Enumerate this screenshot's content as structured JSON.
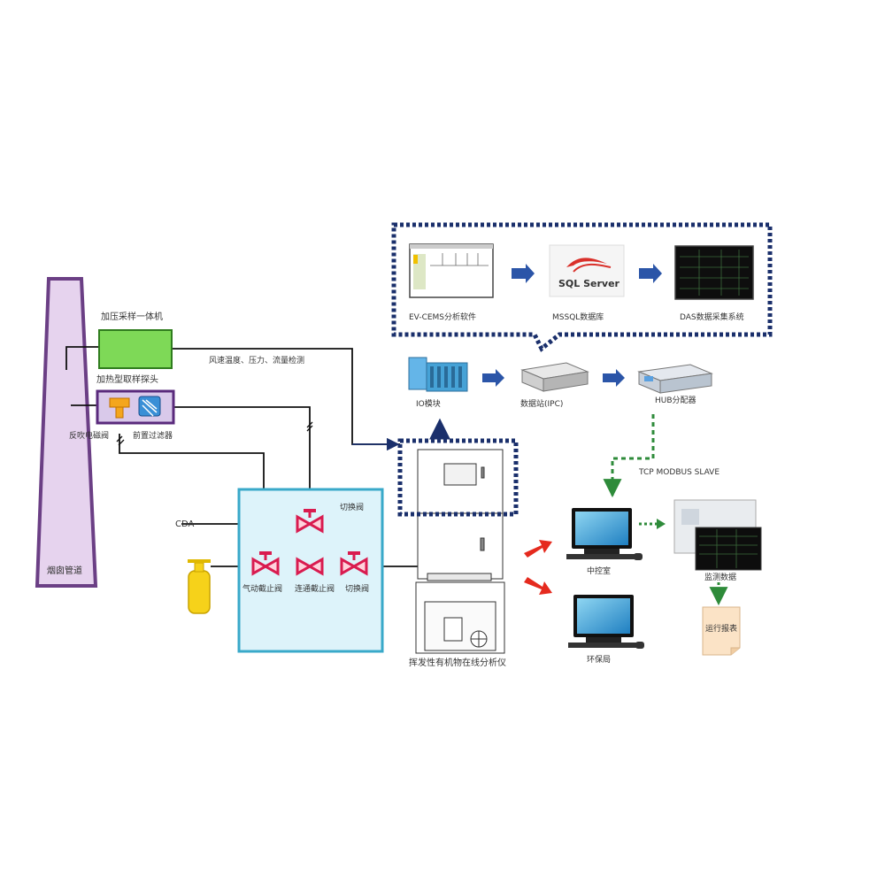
{
  "labels": {
    "stack": "烟囱管道",
    "heater_unit": "加压采样一体机",
    "probe": "加热型取样探头",
    "blowback_valve": "反吹电磁阀",
    "filter": "前置过滤器",
    "params": "风速温度、压力、流量检测",
    "cda": "CDA",
    "switch_valve_box": "切换阀",
    "valve_1": "气动截止阀",
    "valve_2": "连通截止阀",
    "valve_3": "切换阀",
    "analyzer_cabinet": "挥发性有机物在线分析仪",
    "ev_cems": "EV-CEMS分析软件",
    "sql_server_label": "MSSQL数据库",
    "das": "DAS数据采集系统",
    "sql_server_logo": "SQL Server",
    "io_module": "IO模块",
    "ipc": "数据站(IPC)",
    "hub": "HUB分配器",
    "tcp_modbus": "TCP MODBUS SLAVE",
    "control_pc": "中控室",
    "data_screens": "监测数据",
    "report": "运行报表",
    "other_pc": "环保局"
  },
  "colors": {
    "stack_fill": "#e6d3ee",
    "stack_stroke": "#6b3f85",
    "green_box": "#7ed957",
    "blue_dotted": "#1a2f6b",
    "valve_red": "#d91b4f",
    "panel_fill": "#ddf3fa",
    "panel_stroke": "#39a9c9",
    "arrow_red": "#e52a1e",
    "arrow_blue": "#2b55a8",
    "arrow_green": "#2e8b3a",
    "cylinder_yellow": "#f6d21a"
  }
}
